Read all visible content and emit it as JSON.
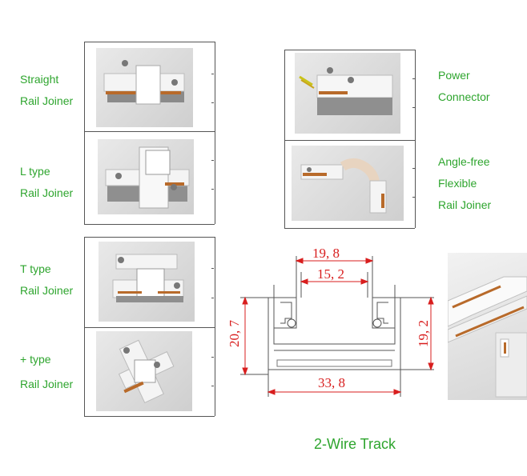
{
  "products": [
    {
      "line1": "Straight",
      "line2": "Rail Joiner"
    },
    {
      "line1": "Power",
      "line2": "Connector"
    },
    {
      "line1": "L type",
      "line2": "Rail Joiner"
    },
    {
      "line1": "Angle-free",
      "line2": "Flexible",
      "line3": "Rail Joiner"
    },
    {
      "line1": "T type",
      "line2": "Rail Joiner"
    },
    {
      "line1": "+ type",
      "line2": "Rail Joiner"
    }
  ],
  "drawing": {
    "dims": {
      "top_outer": "19, 8",
      "top_inner": "15, 2",
      "left_height": "20, 7",
      "right_height": "19, 2",
      "bottom_width": "33, 8"
    },
    "caption": "2-Wire Track"
  },
  "colors": {
    "label_green": "#2ea52e",
    "dimension_red": "#d81e1e"
  }
}
